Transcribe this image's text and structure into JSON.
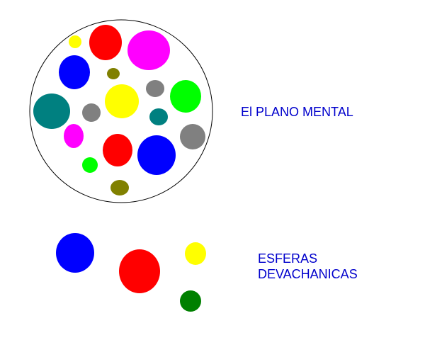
{
  "labels": {
    "mental_plane": "El PLANO MENTAL",
    "devachanic_line1": "ESFERAS",
    "devachanic_line2": "DEVACHANICAS"
  },
  "colors": {
    "outline": "#000000",
    "text": "#0000cc",
    "red": "#ff0000",
    "magenta": "#ff00ff",
    "yellow": "#ffff00",
    "blue": "#0000ff",
    "olive": "#808000",
    "teal": "#008080",
    "gray": "#808080",
    "lime": "#00ff00",
    "green": "#008000"
  },
  "mental_plane_spheres": [
    "yellow",
    "red",
    "magenta",
    "blue",
    "olive",
    "gray",
    "lime",
    "teal",
    "yellow",
    "gray",
    "teal",
    "magenta",
    "gray",
    "red",
    "blue",
    "lime",
    "olive"
  ],
  "devachanic_spheres": [
    "blue",
    "red",
    "yellow",
    "green"
  ]
}
